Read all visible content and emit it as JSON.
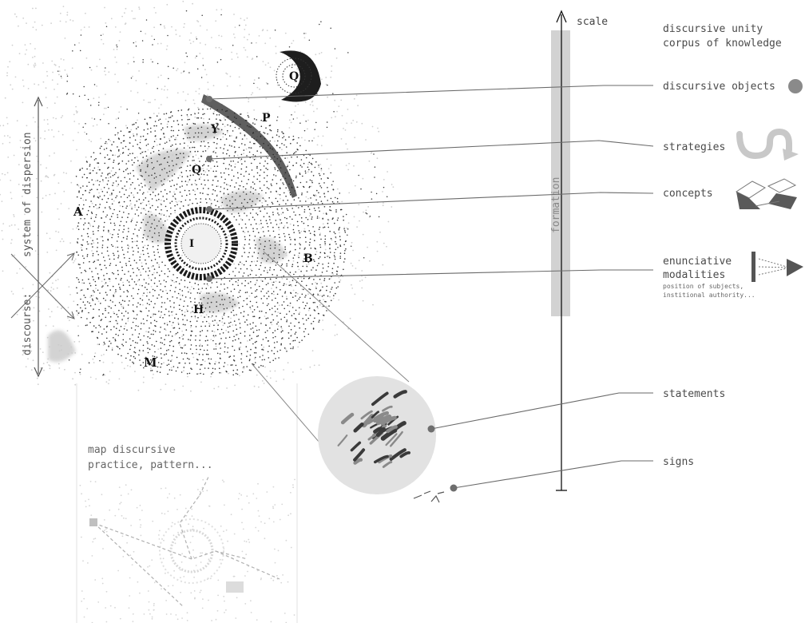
{
  "axis": {
    "arrow_label": "scale",
    "bar_label": "formation"
  },
  "left_axis": {
    "upper_label": "system of dispersion",
    "lower_label": "discourse:"
  },
  "map_letters": {
    "A": "A",
    "B": "B",
    "H": "H",
    "M": "M",
    "P": "P",
    "Q_top": "Q",
    "Q_mid": "Q",
    "Y": "Y",
    "I": "I"
  },
  "map_note": {
    "line1": "map discursive",
    "line2": "practice, pattern..."
  },
  "legend": {
    "title_line1": "discursive unity",
    "title_line2": "corpus of knowledge",
    "items": [
      {
        "label": "discursive objects",
        "icon": "filled-circle-icon"
      },
      {
        "label": "strategies",
        "icon": "curved-arrow-icon"
      },
      {
        "label": "concepts",
        "icon": "folded-planes-icon"
      },
      {
        "label": "enunciative",
        "label2": "modalities",
        "sub1": "position of subjects,",
        "sub2": "institional authority...",
        "icon": "projection-cone-icon"
      },
      {
        "label": "statements",
        "icon": ""
      },
      {
        "label": "signs",
        "icon": ""
      }
    ]
  },
  "colors": {
    "ink": "#222222",
    "line": "#777777",
    "dot": "#6e6e6e",
    "band": "#d2d2d2",
    "icon": "#9a9a9a",
    "text": "#4a4a4a"
  }
}
